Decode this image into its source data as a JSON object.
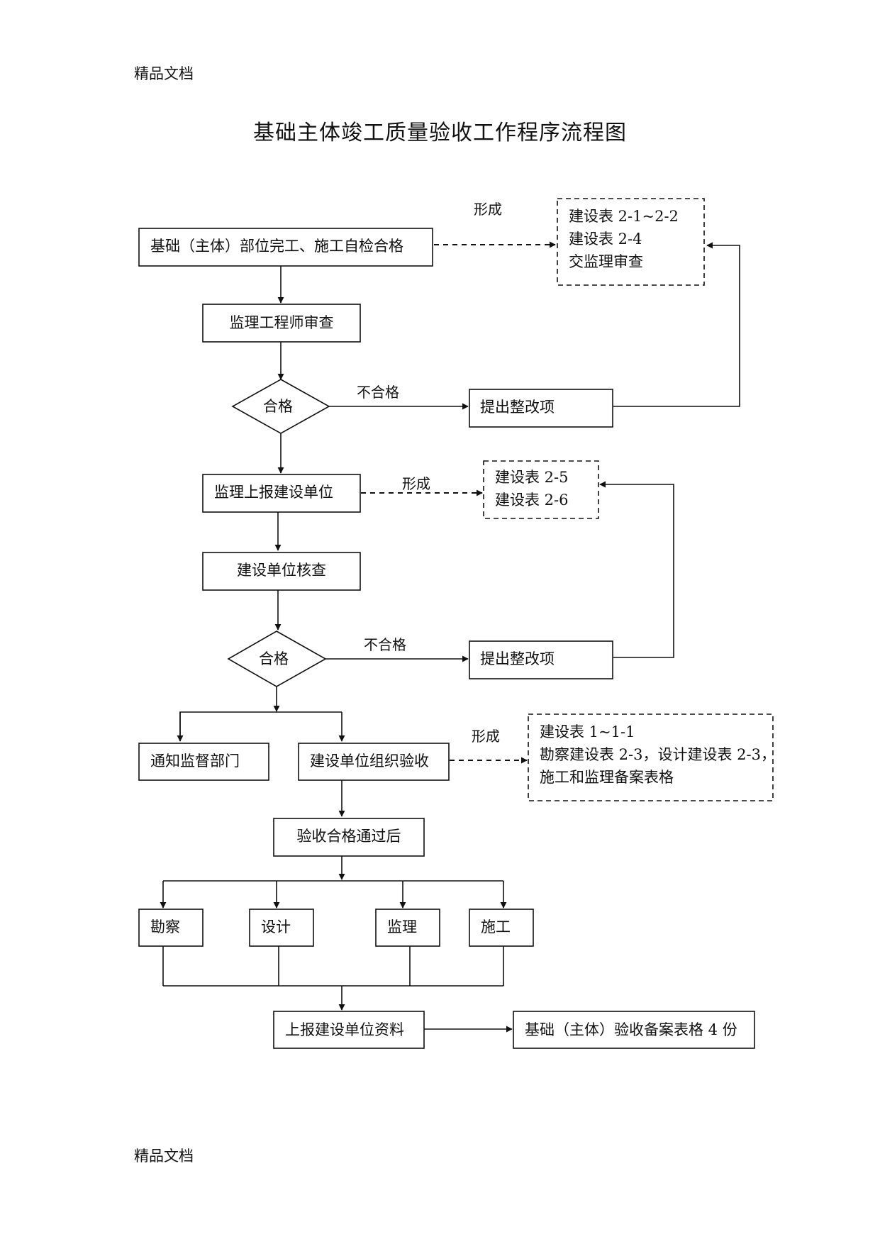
{
  "page": {
    "header": "精品文档",
    "footer": "精品文档",
    "title": "基础主体竣工质量验收工作程序流程图"
  },
  "nodes": {
    "n1": "基础（主体）部位完工、施工自检合格",
    "n2": "监理工程师审查",
    "d1": "合格",
    "r1": "提出整改项",
    "n3": "监理上报建设单位",
    "n4": "建设单位核查",
    "d2": "合格",
    "r2": "提出整改项",
    "notify": "通知监督部门",
    "organize": "建设单位组织验收",
    "passed": "验收合格通过后",
    "p1": "勘察",
    "p2": "设计",
    "p3": "监理",
    "p4": "施工",
    "report": "上报建设单位资料",
    "final": "基础（主体）验收备案表格 4 份"
  },
  "notes": {
    "note1": [
      "建设表 2-1~2-2",
      "建设表 2-4",
      "交监理审查"
    ],
    "note2": [
      "建设表 2-5",
      "建设表 2-6"
    ],
    "note3": [
      "建设表 1~1-1",
      "勘察建设表 2-3，设计建设表 2-3，",
      "施工和监理备案表格"
    ]
  },
  "labels": {
    "form1": "形成",
    "form2": "形成",
    "form3": "形成",
    "fail1": "不合格",
    "fail2": "不合格"
  }
}
